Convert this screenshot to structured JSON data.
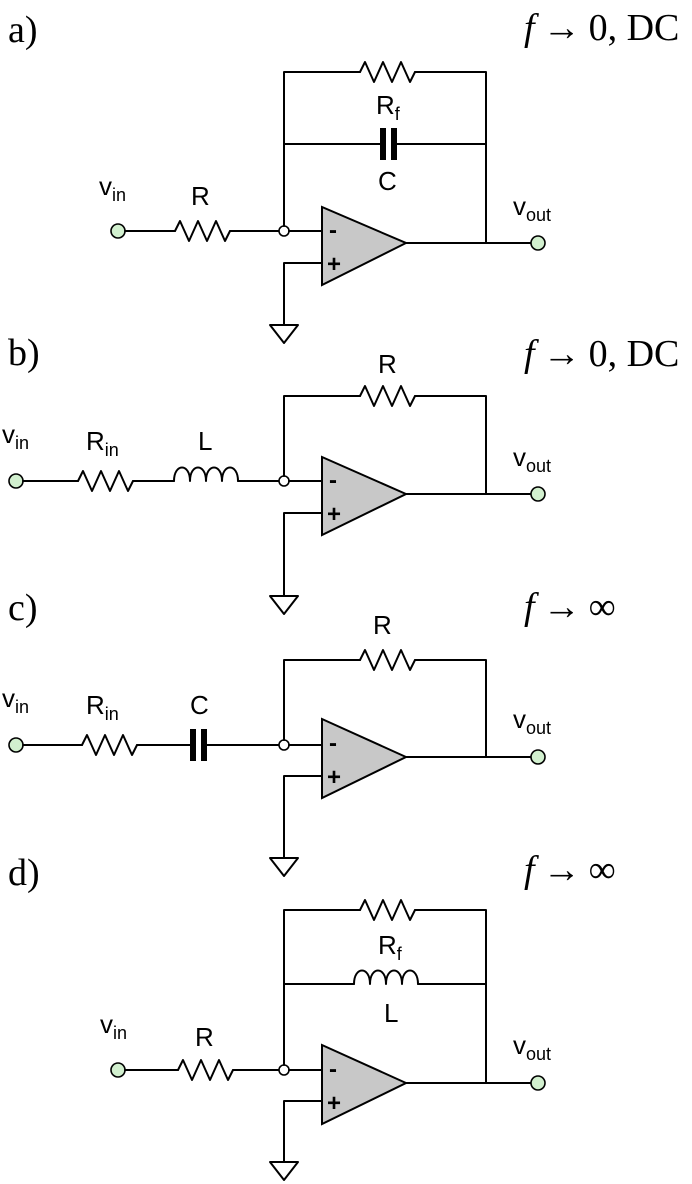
{
  "panels": [
    {
      "label": "a)",
      "condition": {
        "variable": "f",
        "arrow": "→",
        "value": "0, DC"
      },
      "input": {
        "name": "v",
        "sub": "in"
      },
      "output": {
        "name": "v",
        "sub": "out"
      },
      "input_resistor": {
        "name": "R",
        "sub": ""
      },
      "feedback_top": {
        "name": "R",
        "sub": "f"
      },
      "feedback_bottom": {
        "name": "C",
        "sub": ""
      },
      "op_inputs": {
        "minus": "-",
        "plus": "+"
      }
    },
    {
      "label": "b)",
      "condition": {
        "variable": "f",
        "arrow": "→",
        "value": "0, DC"
      },
      "input": {
        "name": "v",
        "sub": "in"
      },
      "output": {
        "name": "v",
        "sub": "out"
      },
      "input_resistor": {
        "name": "R",
        "sub": "in"
      },
      "input_element": {
        "name": "L",
        "sub": ""
      },
      "feedback": {
        "name": "R",
        "sub": ""
      },
      "op_inputs": {
        "minus": "-",
        "plus": "+"
      }
    },
    {
      "label": "c)",
      "condition": {
        "variable": "f",
        "arrow": "→",
        "value": "∞"
      },
      "input": {
        "name": "v",
        "sub": "in"
      },
      "output": {
        "name": "v",
        "sub": "out"
      },
      "input_resistor": {
        "name": "R",
        "sub": "in"
      },
      "input_element": {
        "name": "C",
        "sub": ""
      },
      "feedback": {
        "name": "R",
        "sub": ""
      },
      "op_inputs": {
        "minus": "-",
        "plus": "+"
      }
    },
    {
      "label": "d)",
      "condition": {
        "variable": "f",
        "arrow": "→",
        "value": "∞"
      },
      "input": {
        "name": "v",
        "sub": "in"
      },
      "output": {
        "name": "v",
        "sub": "out"
      },
      "input_resistor": {
        "name": "R",
        "sub": ""
      },
      "feedback_top": {
        "name": "R",
        "sub": "f"
      },
      "feedback_bottom": {
        "name": "L",
        "sub": ""
      },
      "op_inputs": {
        "minus": "-",
        "plus": "+"
      }
    }
  ]
}
